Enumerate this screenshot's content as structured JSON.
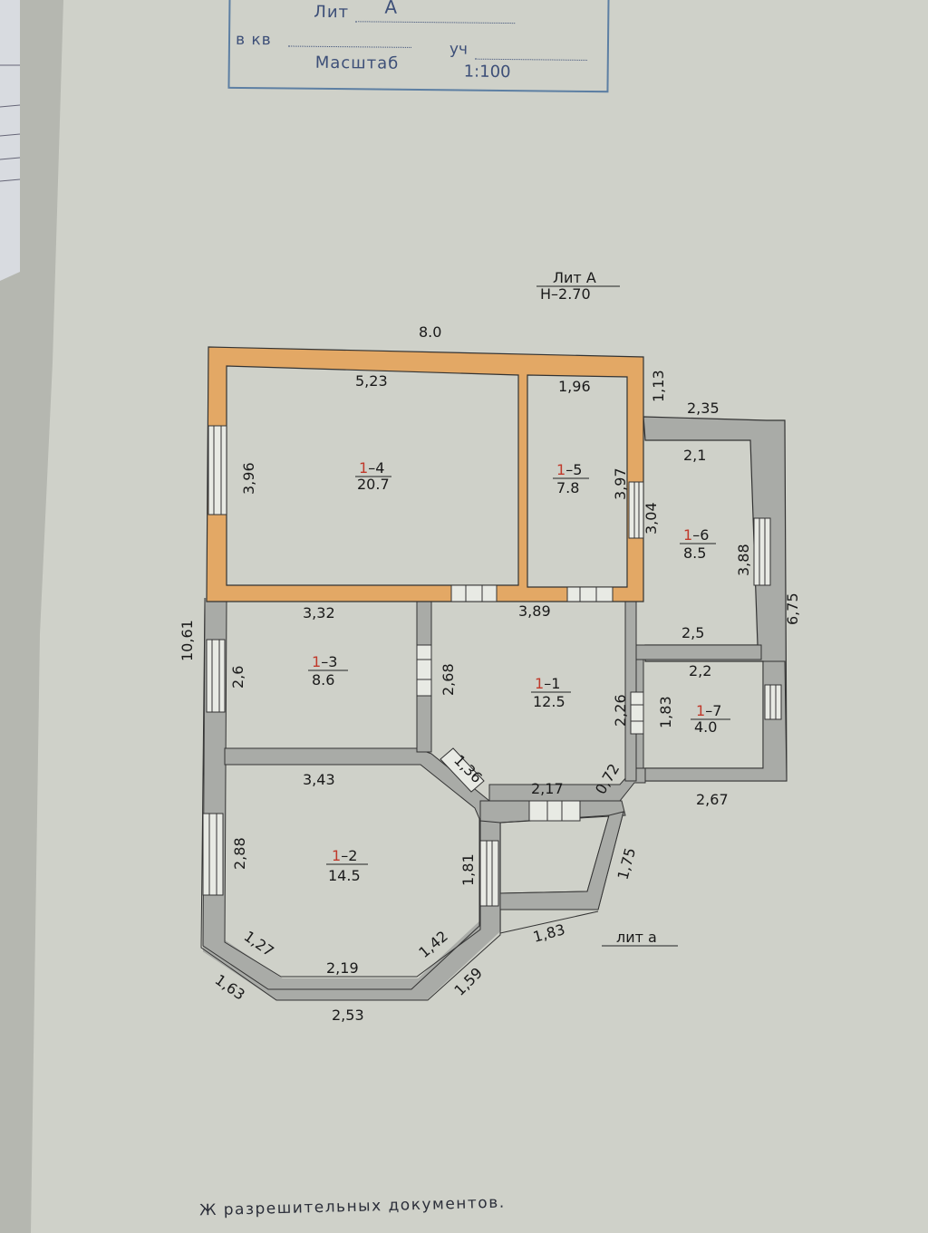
{
  "title_block": {
    "lit_label": "Лит",
    "lit_value": "А",
    "kv_label": "в кв",
    "uch_label": "уч",
    "scale_label": "Масштаб",
    "scale_value": "1:100"
  },
  "plan_header": {
    "lit": "Лит А",
    "height": "Н–2.70"
  },
  "annex_label": "лит а",
  "rooms": [
    {
      "prefix": "1",
      "number": "–4",
      "area": "20.7"
    },
    {
      "prefix": "1",
      "number": "–5",
      "area": "7.8"
    },
    {
      "prefix": "1",
      "number": "–6",
      "area": "8.5"
    },
    {
      "prefix": "1",
      "number": "–3",
      "area": "8.6"
    },
    {
      "prefix": "1",
      "number": "–1",
      "area": "12.5"
    },
    {
      "prefix": "1",
      "number": "–7",
      "area": "4.0"
    },
    {
      "prefix": "1",
      "number": "–2",
      "area": "14.5"
    }
  ],
  "dimensions": {
    "overall_width": "8.0",
    "r4_width": "5,23",
    "r5_width": "1,96",
    "wall_step": "1,13",
    "r6_outer": "2,35",
    "r6_width": "2,1",
    "r4_height": "3,96",
    "r5_height": "3,97",
    "r6_window": "3,04",
    "r6_height": "3,88",
    "right_total": "6,75",
    "left_total": "10,61",
    "r3_width": "3,32",
    "r1_width": "3,89",
    "r6_bottom": "2,5",
    "r7_width": "2,2",
    "r3_height": "2,6",
    "r1_left": "2,68",
    "r1_right": "2,26",
    "r7_height": "1,83",
    "r2_width": "3,43",
    "diag_136": "1,36",
    "r1_bottom": "2,17",
    "diag_072": "0,72",
    "outer_267": "2,67",
    "r2_height": "2,88",
    "r2_right": "1,81",
    "annex_side": "1,75",
    "diag_127": "1,27",
    "r2_bottom": "2,19",
    "diag_142": "1,42",
    "annex_bottom": "1,83",
    "outer_163": "1,63",
    "outer_159": "1,59",
    "outer_253": "2,53"
  },
  "footer": "Ж                   разрешительных документов.",
  "colors": {
    "paper": "#cfd1c9",
    "orange_wall": "#e3a865",
    "gray_wall": "#a9aba7",
    "title_box": "#5d7fa3",
    "room_prefix": "#c0392b"
  }
}
